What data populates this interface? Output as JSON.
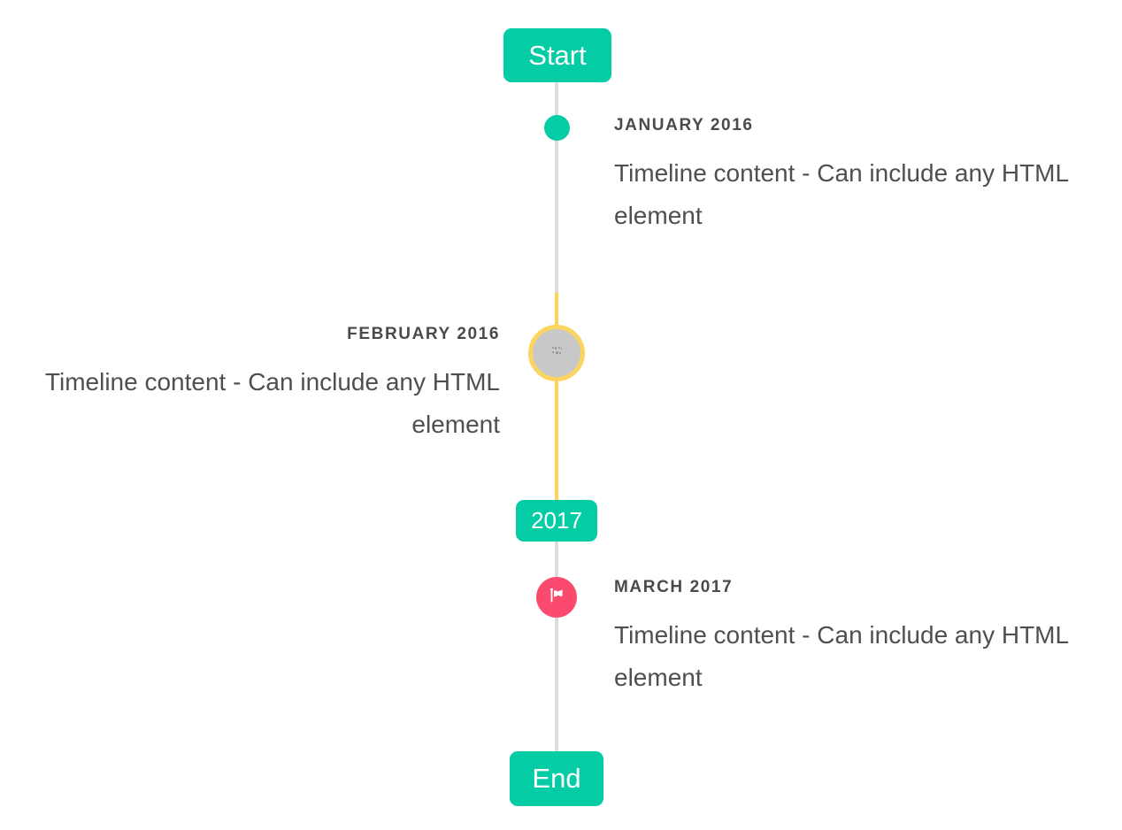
{
  "colors": {
    "accent_teal": "#04cda6",
    "highlight_yellow": "#fdd35a",
    "flag_pink": "#fa4a6e",
    "line_gray": "#dcdcdc",
    "image_marker_fill": "#c8c8c8",
    "title_text": "#4a4a4a",
    "body_text": "#4f4f4f"
  },
  "timeline": {
    "start_label": "Start",
    "end_label": "End",
    "year_badge": "2017",
    "entries": [
      {
        "title": "JANUARY 2016",
        "content": "Timeline content - Can include any HTML element",
        "side": "right",
        "marker": "dot"
      },
      {
        "title": "FEBRUARY 2016",
        "content": "Timeline content - Can include any HTML element",
        "side": "left",
        "marker": "image-placeholder"
      },
      {
        "title": "MARCH 2017",
        "content": "Timeline content - Can include any HTML element",
        "side": "right",
        "marker": "flag"
      }
    ]
  }
}
